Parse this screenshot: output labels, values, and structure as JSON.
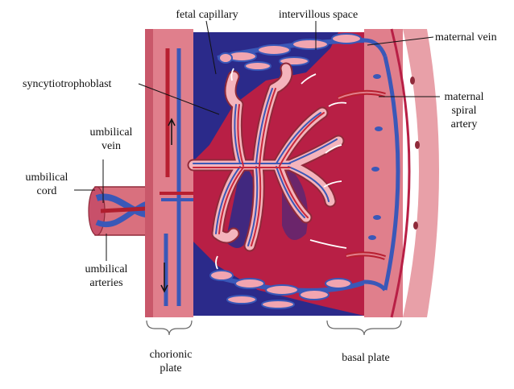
{
  "labels": {
    "fetal_capillary": "fetal capillary",
    "intervillous_space": "intervillous space",
    "maternal_vein": "maternal vein",
    "syncytiotrophoblast": "syncytiotrophoblast",
    "maternal_spiral_artery": [
      "maternal",
      "spiral",
      "artery"
    ],
    "umbilical_vein": [
      "umbilical",
      "vein"
    ],
    "umbilical_cord": [
      "umbilical",
      "cord"
    ],
    "umbilical_arteries": [
      "umbilical",
      "arteries"
    ],
    "chorionic_plate": [
      "chorionic",
      "plate"
    ],
    "basal_plate": "basal plate"
  },
  "colors": {
    "maternal_blood": "#b81f45",
    "intervillous_dark": "#2b2a8a",
    "tissue_pink": "#e88c97",
    "villus_fill": "#f4b4bc",
    "vein_blue": "#4a6fd0",
    "artery_red": "#c8283c"
  }
}
